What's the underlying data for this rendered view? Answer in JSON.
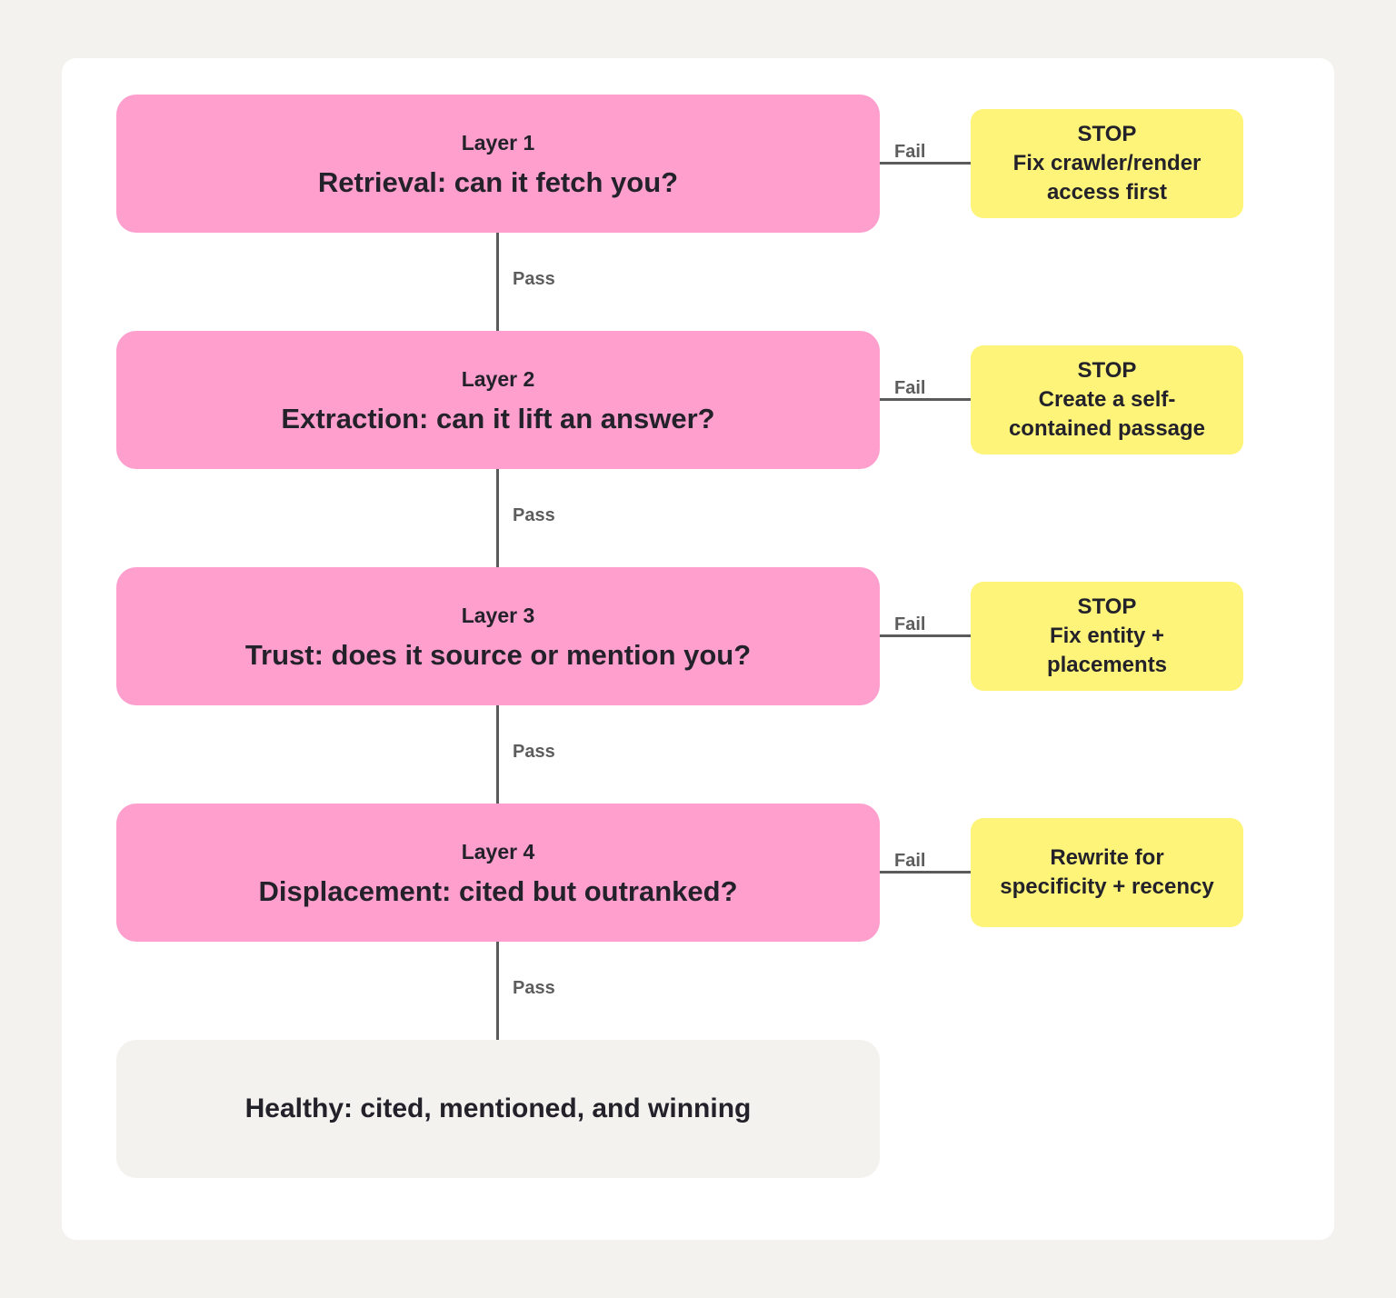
{
  "layers": [
    {
      "label": "Layer 1",
      "question": "Retrieval: can it fetch you?"
    },
    {
      "label": "Layer 2",
      "question": "Extraction: can it lift an answer?"
    },
    {
      "label": "Layer 3",
      "question": "Trust: does it source or mention you?"
    },
    {
      "label": "Layer 4",
      "question": "Displacement: cited but outranked?"
    }
  ],
  "result": "Healthy: cited, mentioned, and winning",
  "fail_boxes": [
    {
      "lines": [
        "STOP",
        "Fix crawler/render",
        "access first"
      ]
    },
    {
      "lines": [
        "STOP",
        "Create a self-",
        "contained passage"
      ]
    },
    {
      "lines": [
        "STOP",
        "Fix entity +",
        "placements"
      ]
    },
    {
      "lines": [
        "Rewrite for",
        "specificity + recency"
      ]
    }
  ],
  "connectors": {
    "fail_label": "Fail",
    "pass_label": "Pass"
  },
  "colors": {
    "layer": "#ff9fce",
    "stop": "#fff47a",
    "result": "#f3f2ee",
    "line": "#5b5b5b"
  }
}
